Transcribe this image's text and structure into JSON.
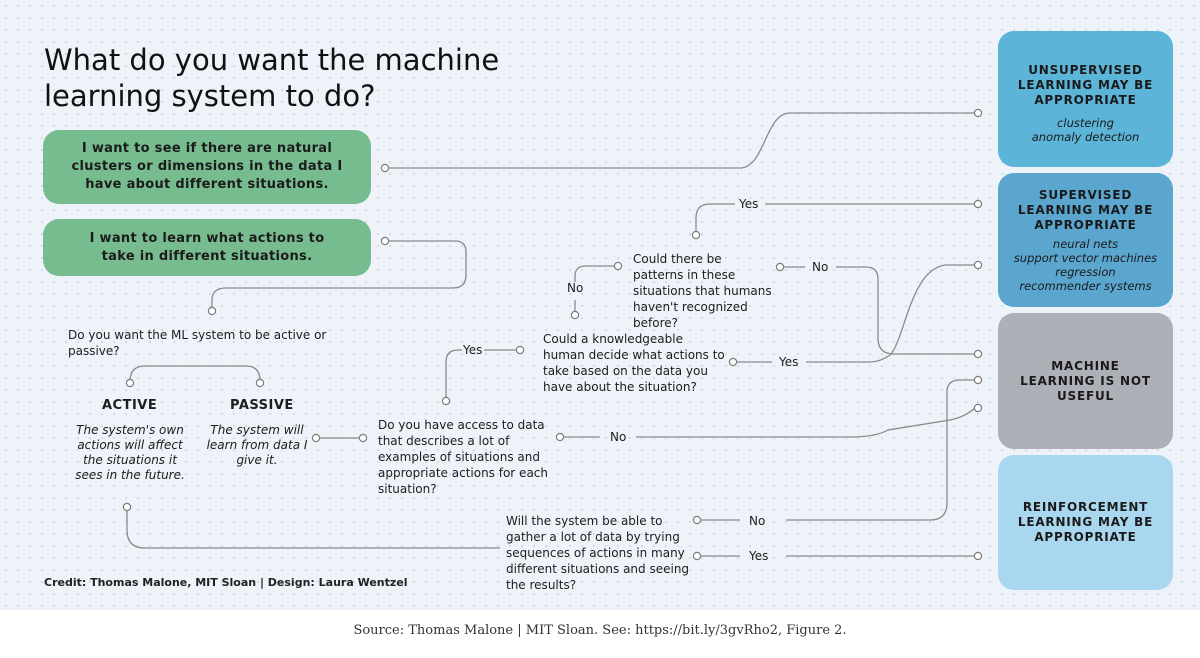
{
  "title": "What do you want the machine learning system to do?",
  "options": {
    "clusters": "I want to see if there are natural clusters or dimensions in the data I have about different situations.",
    "actions": "I want to learn what actions to take in different situations."
  },
  "questions": {
    "active_passive": "Do you want the ML system to be active or passive?",
    "data_access": "Do you have access to data that describes a lot of examples of situations and appropriate actions for each situation?",
    "human_decide": "Could a knowledgeable human decide what actions to take based on the data you have about the situation?",
    "patterns": "Could there be patterns in these situations that humans haven't recognized before?",
    "gather": "Will the system be able to gather a lot of data by trying sequences of actions in many different situations and seeing the results?"
  },
  "modes": {
    "active_title": "ACTIVE",
    "active_desc": "The system's own actions will affect the situations it sees in the future.",
    "passive_title": "PASSIVE",
    "passive_desc": "The system will learn from data I give it."
  },
  "answers": {
    "yes": "Yes",
    "no": "No"
  },
  "outcomes": {
    "unsupervised": {
      "title": "UNSUPERVISED LEARNING MAY BE APPROPRIATE",
      "examples": [
        "clustering",
        "anomaly detection"
      ],
      "color": "#5cb4d9"
    },
    "supervised": {
      "title": "SUPERVISED LEARNING MAY BE APPROPRIATE",
      "examples": [
        "neural nets",
        "support vector machines",
        "regression",
        "recommender systems"
      ],
      "color": "#5aa6cf"
    },
    "not_useful": {
      "title": "MACHINE LEARNING IS NOT USEFUL",
      "color": "#aeb0b8"
    },
    "reinforcement": {
      "title": "REINFORCEMENT LEARNING MAY BE APPROPRIATE",
      "color": "#a8d7ef"
    }
  },
  "colors": {
    "option_box": "#77bc8f",
    "line": "#8a8a8a"
  },
  "credit": "Credit: Thomas Malone, MIT Sloan | Design: Laura Wentzel",
  "caption": "Source: Thomas Malone | MIT Sloan. See: https://bit.ly/3gvRho2, Figure 2."
}
